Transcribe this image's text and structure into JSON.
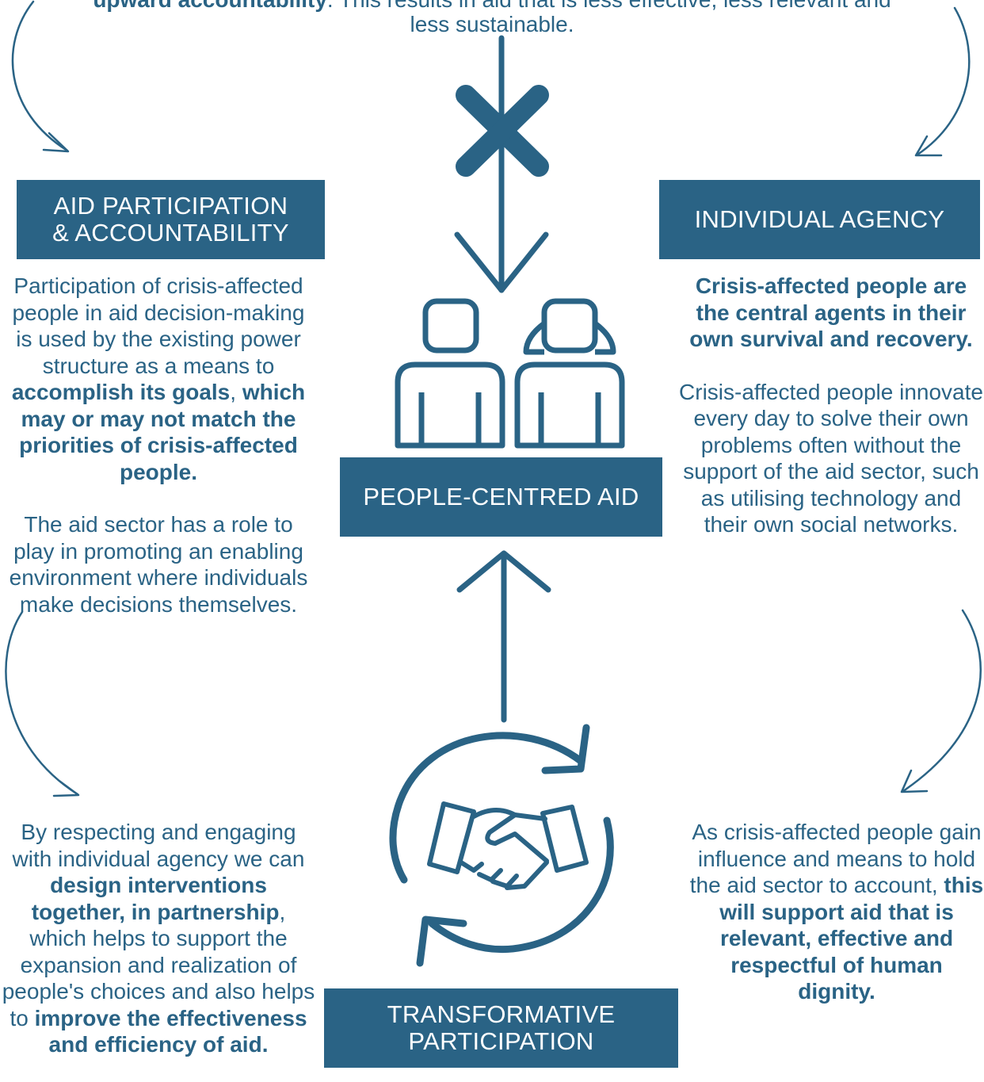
{
  "top_text": {
    "bold": "upward accountability",
    "rest": ". This results in aid that is less effective, less relevant and",
    "line2": "less sustainable."
  },
  "boxes": {
    "aid_participation_line1": "AID PARTICIPATION",
    "aid_participation_line2": "& ACCOUNTABILITY",
    "individual_agency": "INDIVIDUAL AGENCY",
    "people_centred_aid": "PEOPLE-CENTRED AID",
    "transformative_line1": "TRANSFORMATIVE",
    "transformative_line2": "PARTICIPATION"
  },
  "left_text": {
    "p1_normal": "Participation of crisis-affected people in aid decision-making is used by the existing power structure as a means to ",
    "p1_bold1": "accomplish its goals",
    "p1_mid": ", ",
    "p1_bold2": "which may or may not match the priorities of crisis-affected people.",
    "p2": "The aid sector has a role to play in promoting an enabling  environment where individuals make decisions themselves."
  },
  "right_text": {
    "p1_bold": "Crisis-affected people are the central agents in their own survival and recovery.",
    "p2": "Crisis-affected people innovate every day to solve their own problems often without the support of the aid sector, such as utilising technology and their own social networks."
  },
  "bottom_left_text": {
    "a": "By respecting and engaging with individual agency we can ",
    "b_bold": "design interventions together, in partnership",
    "c": ", which helps to support the expansion and realization of people's choices and also helps to ",
    "d_bold": "improve the effectiveness and efficiency of aid."
  },
  "bottom_right_text": {
    "a": "As crisis-affected people gain influence and means to hold the aid sector to account, ",
    "b_bold": "this will support aid that is relevant, effective and respectful of human dignity."
  },
  "icons": [
    "cross-icon",
    "people-icon",
    "handshake-icon",
    "cycle-arrows-icon"
  ],
  "colors": {
    "primary": "#2a6385",
    "background": "#ffffff"
  }
}
